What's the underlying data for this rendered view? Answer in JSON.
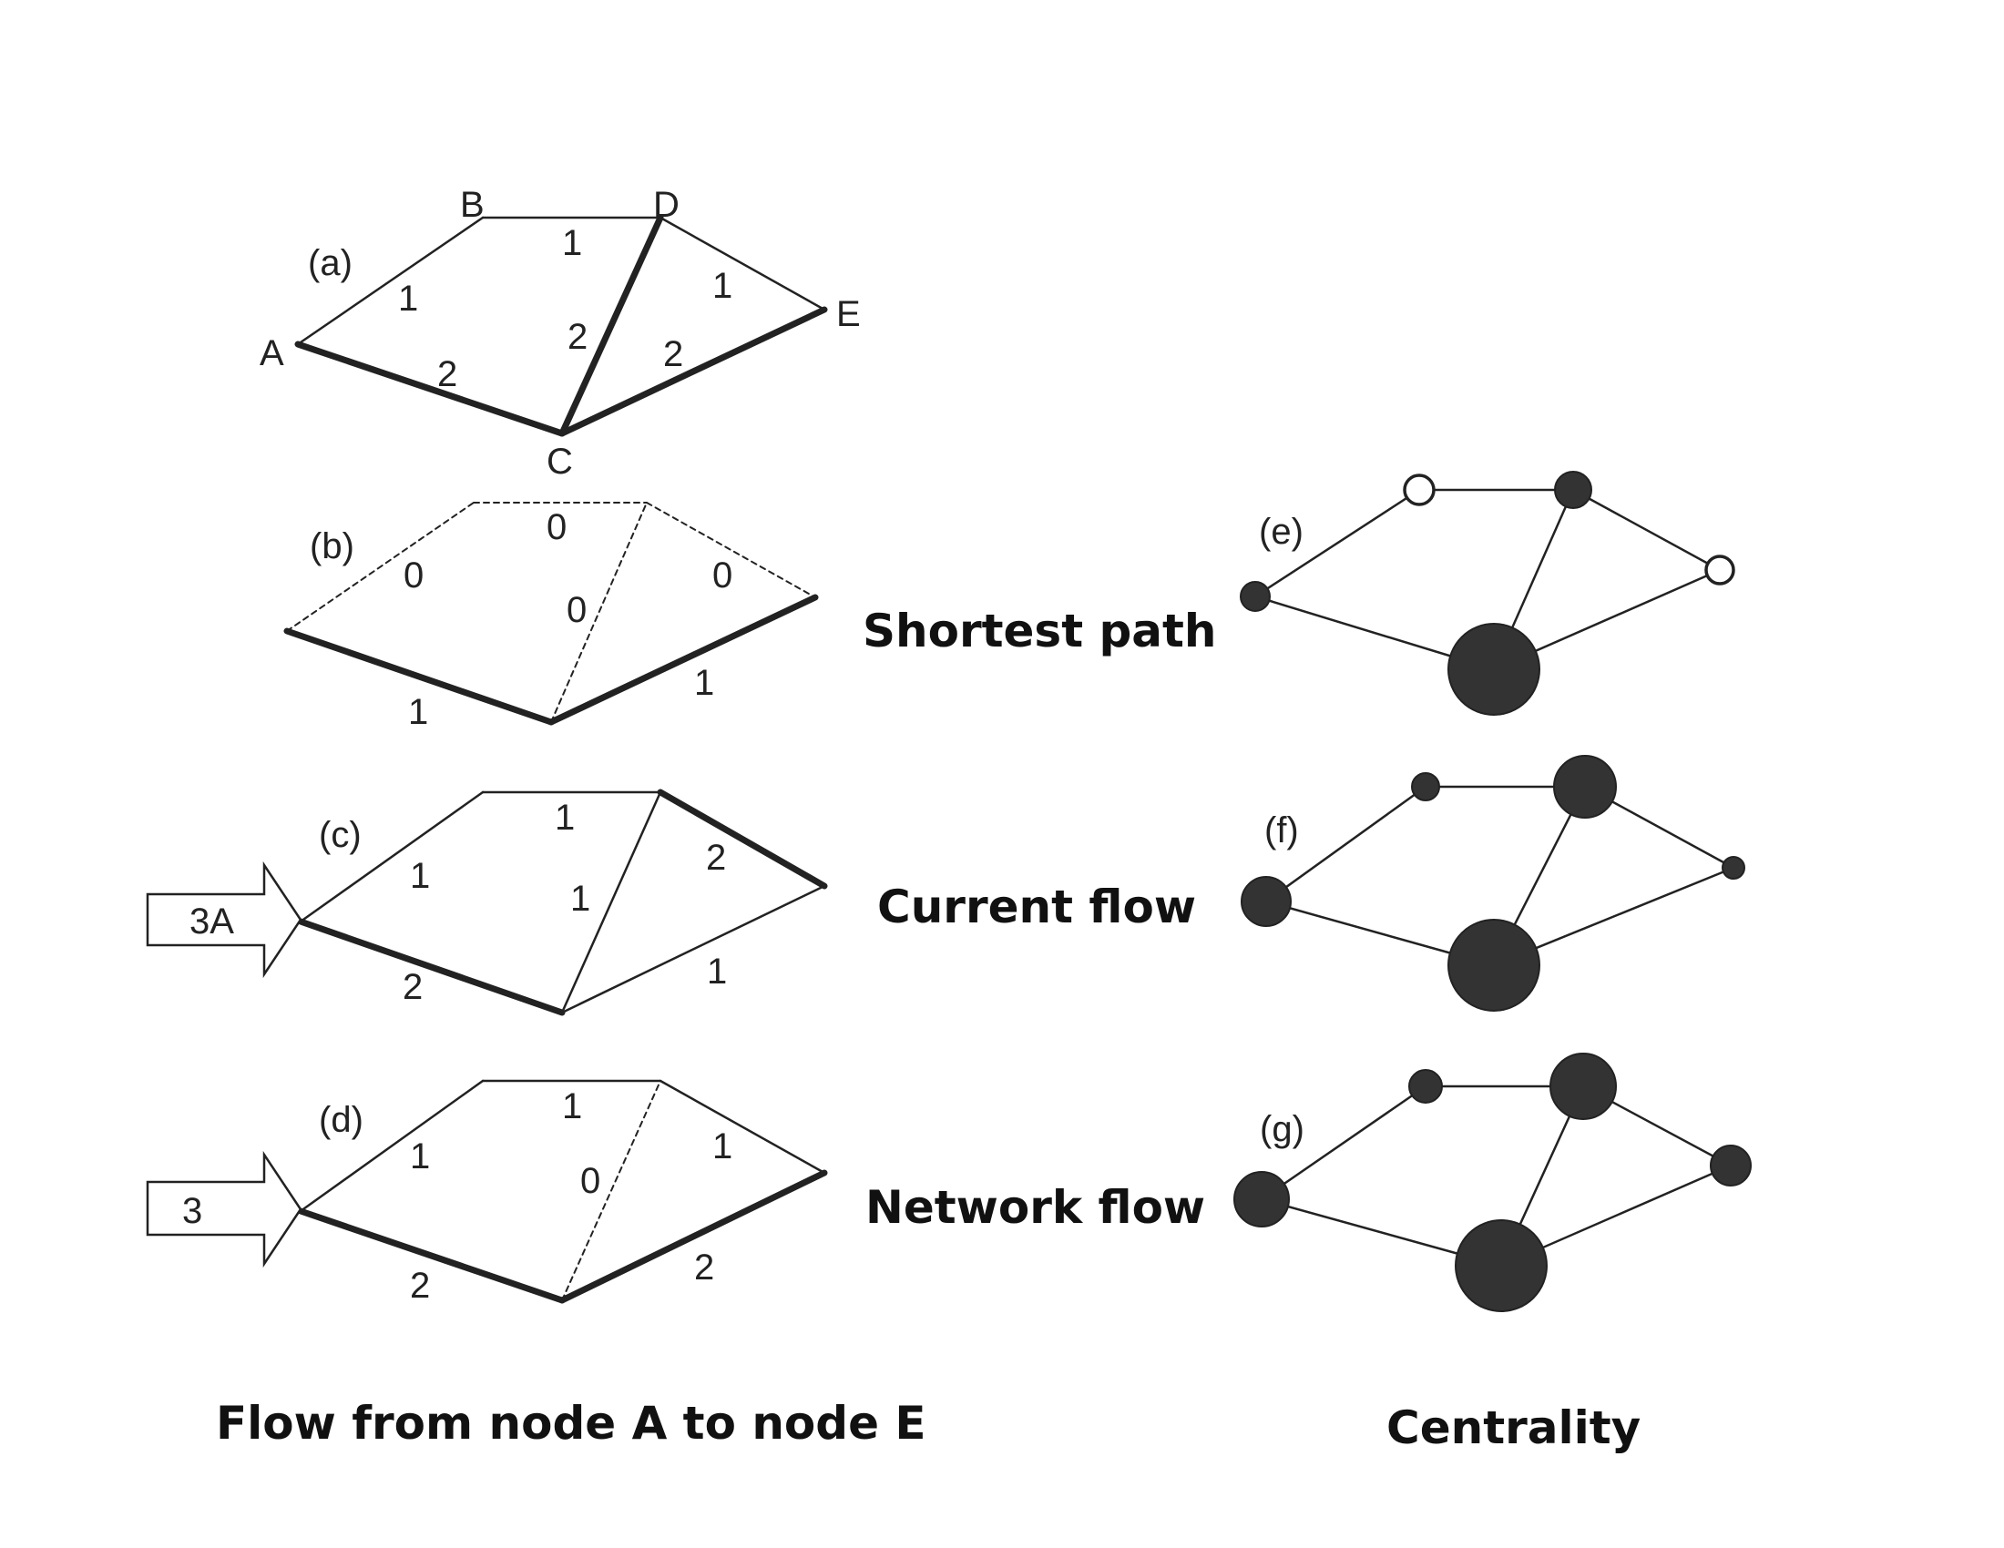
{
  "panel_labels": {
    "a": "(a)",
    "b": "(b)",
    "c": "(c)",
    "d": "(d)",
    "e": "(e)",
    "f": "(f)",
    "g": "(g)"
  },
  "node_names": {
    "A": "A",
    "B": "B",
    "C": "C",
    "D": "D",
    "E": "E"
  },
  "method_titles": {
    "shortest": "Shortest path",
    "current": "Current flow",
    "network": "Network flow"
  },
  "column_titles": {
    "left": "Flow from node A to node E",
    "right": "Centrality"
  },
  "arrows": {
    "c": "3A",
    "d": "3"
  },
  "graphs": {
    "a": {
      "weights": {
        "AB": "1",
        "BD": "1",
        "DE": "1",
        "AC": "2",
        "CD": "2",
        "CE": "2"
      }
    },
    "b": {
      "flows": {
        "AB": "0",
        "BD": "0",
        "DE": "0",
        "AC": "1",
        "CD": "0",
        "CE": "1"
      }
    },
    "c": {
      "flows": {
        "AB": "1",
        "BD": "1",
        "DE": "2",
        "AC": "2",
        "CD": "1",
        "CE": "1"
      }
    },
    "d": {
      "flows": {
        "AB": "1",
        "BD": "1",
        "DE": "1",
        "AC": "2",
        "CD": "0",
        "CE": "2"
      }
    }
  },
  "centrality": {
    "e": {
      "A": "small",
      "B": "hollow",
      "C": "largest",
      "D": "small",
      "E": "hollow"
    },
    "f": {
      "A": "medium",
      "B": "small",
      "C": "largest",
      "D": "large",
      "E": "smallest"
    },
    "g": {
      "A": "medium",
      "B": "small",
      "C": "largest",
      "D": "large",
      "E": "small"
    }
  },
  "colors": {
    "line": "#222222",
    "node_fill": "#333333",
    "background": "#ffffff"
  }
}
